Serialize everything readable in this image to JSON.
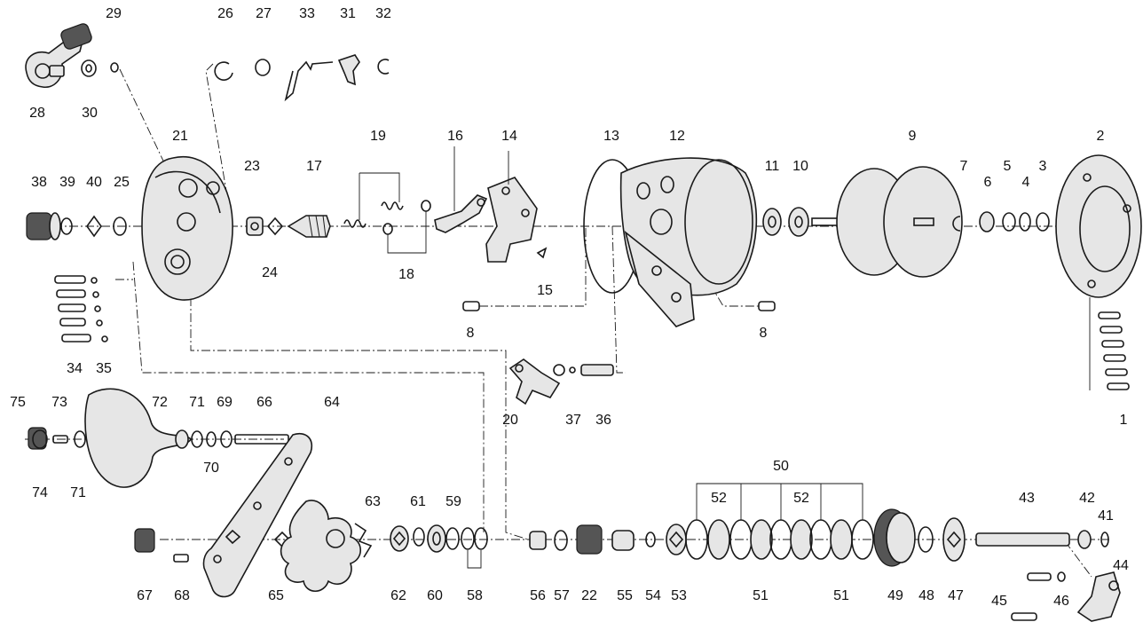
{
  "diagram": {
    "labels": [
      {
        "id": "p1",
        "text": "1"
      },
      {
        "id": "p2",
        "text": "2"
      },
      {
        "id": "p3",
        "text": "3"
      },
      {
        "id": "p4",
        "text": "4"
      },
      {
        "id": "p5",
        "text": "5"
      },
      {
        "id": "p6",
        "text": "6"
      },
      {
        "id": "p7",
        "text": "7"
      },
      {
        "id": "p8a",
        "text": "8"
      },
      {
        "id": "p8b",
        "text": "8"
      },
      {
        "id": "p9",
        "text": "9"
      },
      {
        "id": "p10",
        "text": "10"
      },
      {
        "id": "p11",
        "text": "11"
      },
      {
        "id": "p12",
        "text": "12"
      },
      {
        "id": "p13",
        "text": "13"
      },
      {
        "id": "p14",
        "text": "14"
      },
      {
        "id": "p15",
        "text": "15"
      },
      {
        "id": "p16",
        "text": "16"
      },
      {
        "id": "p17",
        "text": "17"
      },
      {
        "id": "p18",
        "text": "18"
      },
      {
        "id": "p19",
        "text": "19"
      },
      {
        "id": "p20",
        "text": "20"
      },
      {
        "id": "p21",
        "text": "21"
      },
      {
        "id": "p22",
        "text": "22"
      },
      {
        "id": "p23",
        "text": "23"
      },
      {
        "id": "p24",
        "text": "24"
      },
      {
        "id": "p25",
        "text": "25"
      },
      {
        "id": "p26",
        "text": "26"
      },
      {
        "id": "p27",
        "text": "27"
      },
      {
        "id": "p28",
        "text": "28"
      },
      {
        "id": "p29",
        "text": "29"
      },
      {
        "id": "p30",
        "text": "30"
      },
      {
        "id": "p31",
        "text": "31"
      },
      {
        "id": "p32",
        "text": "32"
      },
      {
        "id": "p33",
        "text": "33"
      },
      {
        "id": "p34",
        "text": "34"
      },
      {
        "id": "p35",
        "text": "35"
      },
      {
        "id": "p36",
        "text": "36"
      },
      {
        "id": "p37",
        "text": "37"
      },
      {
        "id": "p38",
        "text": "38"
      },
      {
        "id": "p39",
        "text": "39"
      },
      {
        "id": "p40",
        "text": "40"
      },
      {
        "id": "p41",
        "text": "41"
      },
      {
        "id": "p42",
        "text": "42"
      },
      {
        "id": "p43",
        "text": "43"
      },
      {
        "id": "p44",
        "text": "44"
      },
      {
        "id": "p45",
        "text": "45"
      },
      {
        "id": "p46",
        "text": "46"
      },
      {
        "id": "p47",
        "text": "47"
      },
      {
        "id": "p48",
        "text": "48"
      },
      {
        "id": "p49",
        "text": "49"
      },
      {
        "id": "p50",
        "text": "50"
      },
      {
        "id": "p51a",
        "text": "51"
      },
      {
        "id": "p51b",
        "text": "51"
      },
      {
        "id": "p52a",
        "text": "52"
      },
      {
        "id": "p52b",
        "text": "52"
      },
      {
        "id": "p53",
        "text": "53"
      },
      {
        "id": "p54",
        "text": "54"
      },
      {
        "id": "p55",
        "text": "55"
      },
      {
        "id": "p56",
        "text": "56"
      },
      {
        "id": "p57",
        "text": "57"
      },
      {
        "id": "p58",
        "text": "58"
      },
      {
        "id": "p59",
        "text": "59"
      },
      {
        "id": "p60",
        "text": "60"
      },
      {
        "id": "p61",
        "text": "61"
      },
      {
        "id": "p62",
        "text": "62"
      },
      {
        "id": "p63",
        "text": "63"
      },
      {
        "id": "p64",
        "text": "64"
      },
      {
        "id": "p65",
        "text": "65"
      },
      {
        "id": "p66",
        "text": "66"
      },
      {
        "id": "p67",
        "text": "67"
      },
      {
        "id": "p68",
        "text": "68"
      },
      {
        "id": "p69",
        "text": "69"
      },
      {
        "id": "p70",
        "text": "70"
      },
      {
        "id": "p71a",
        "text": "71"
      },
      {
        "id": "p71b",
        "text": "71"
      },
      {
        "id": "p72",
        "text": "72"
      },
      {
        "id": "p73",
        "text": "73"
      },
      {
        "id": "p74",
        "text": "74"
      },
      {
        "id": "p75",
        "text": "75"
      }
    ]
  }
}
